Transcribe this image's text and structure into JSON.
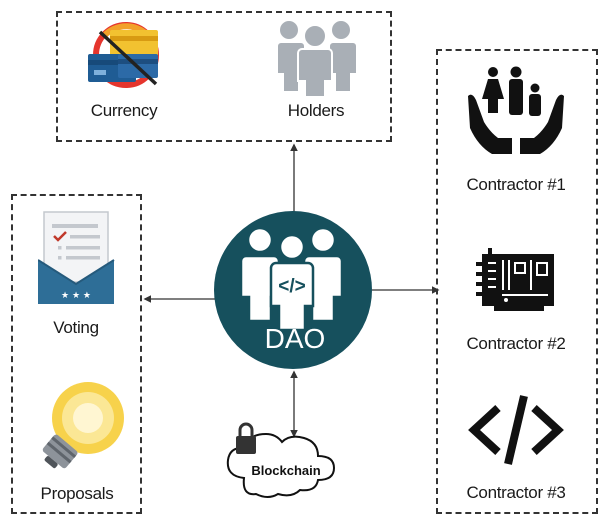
{
  "center": {
    "label": "DAO"
  },
  "top_group": {
    "items": [
      {
        "label": "Currency",
        "icon": "currency-icon"
      },
      {
        "label": "Holders",
        "icon": "holders-icon"
      }
    ]
  },
  "left_group": {
    "items": [
      {
        "label": "Voting",
        "icon": "ballot-icon"
      },
      {
        "label": "Proposals",
        "icon": "lightbulb-icon"
      }
    ]
  },
  "right_group": {
    "items": [
      {
        "label": "Contractor #1",
        "icon": "family-care-icon"
      },
      {
        "label": "Contractor #2",
        "icon": "circuit-board-icon"
      },
      {
        "label": "Contractor #3",
        "icon": "code-icon"
      }
    ]
  },
  "bottom": {
    "label": "Blockchain",
    "icon": "locked-cloud-icon"
  },
  "colors": {
    "dao_fill": "#16505d",
    "arrow": "#333333",
    "gray_people": "#a9afb6",
    "ballot_blue": "#2e6e97",
    "bulb_yellow": "#f7d24b"
  }
}
